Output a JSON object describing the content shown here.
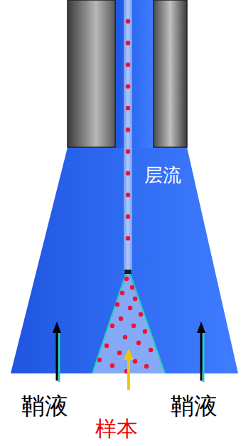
{
  "diagram": {
    "labels": [
      "层流",
      "鞘液",
      "鞘液",
      "样本"
    ]
  }
}
